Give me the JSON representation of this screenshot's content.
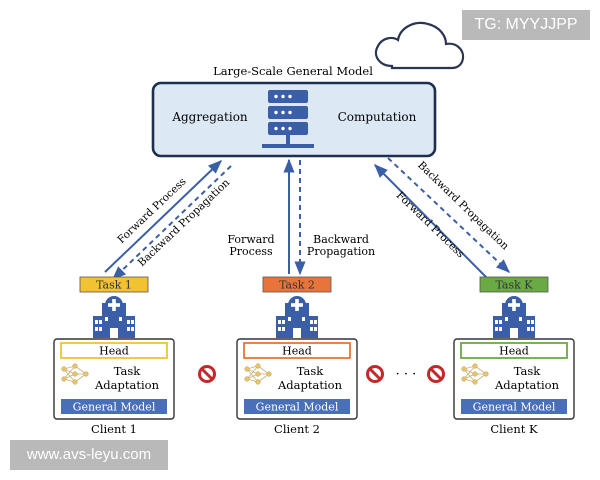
{
  "server": {
    "title": "Large-Scale General Model",
    "left_label": "Aggregation",
    "right_label": "Computation"
  },
  "flows": {
    "forward": "Forward Process",
    "backward": "Backward Propagation",
    "forward_line1": "Forward",
    "forward_line2": "Process",
    "backward_line1": "Backward",
    "backward_line2": "Propagation"
  },
  "clients": [
    {
      "task": "Task 1",
      "head": "Head",
      "adapt_line1": "Task",
      "adapt_line2": "Adaptation",
      "general": "General Model",
      "label": "Client 1"
    },
    {
      "task": "Task 2",
      "head": "Head",
      "adapt_line1": "Task",
      "adapt_line2": "Adaptation",
      "general": "General Model",
      "label": "Client 2"
    },
    {
      "task": "Task K",
      "head": "Head",
      "adapt_line1": "Task",
      "adapt_line2": "Adaptation",
      "general": "General Model",
      "label": "Client K"
    }
  ],
  "ellipsis": "· · ·",
  "icons": {
    "cloud": "cloud-icon",
    "server": "server-rack-icon",
    "hospital": "hospital-icon",
    "network": "neural-network-icon",
    "no_share": "prohibited-icon"
  },
  "colors": {
    "box_fill": "#dde8f5",
    "box_stroke": "#1d2f4e",
    "arrow": "#3a5fa6",
    "server": "#3a5fa6",
    "general_model": "#4a6fb9",
    "task1": "#f2c232",
    "task2": "#e8743b",
    "taskK": "#6aaa44",
    "prohibited": "#c4282a"
  },
  "watermarks": {
    "top": "TG: MYYJJPP",
    "bottom": "www.avs-leyu.com"
  }
}
